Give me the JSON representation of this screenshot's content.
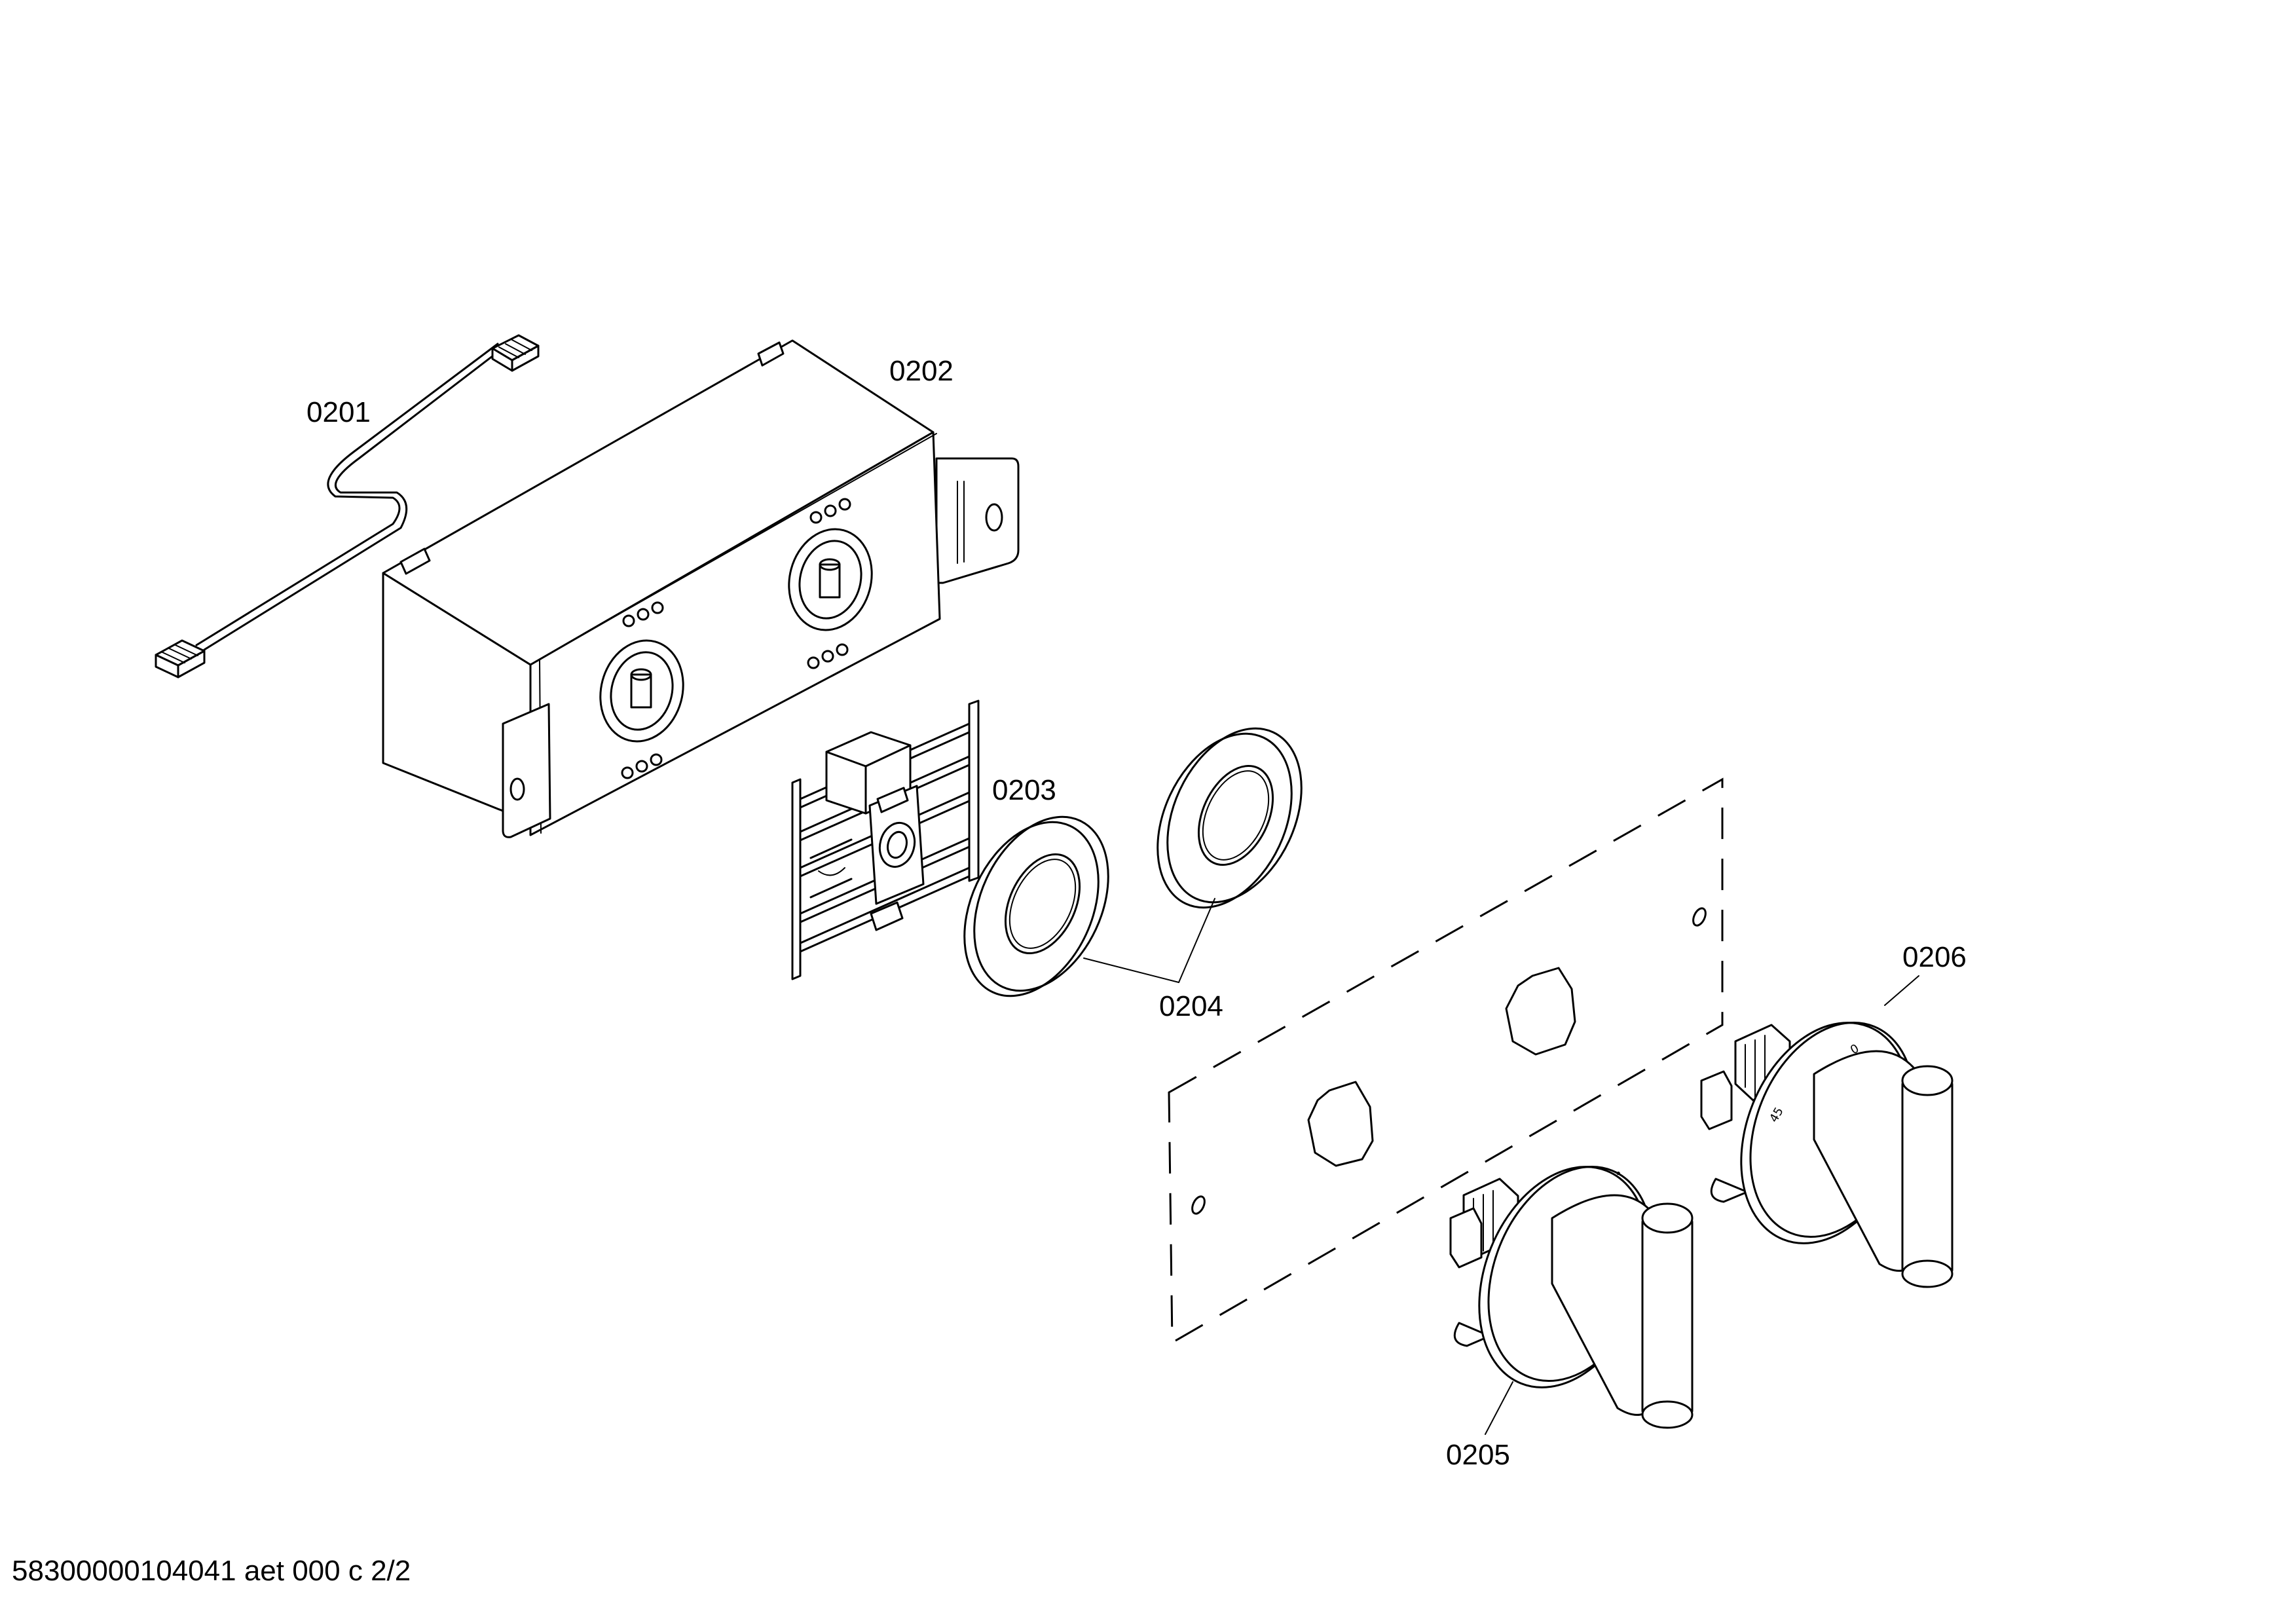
{
  "diagram": {
    "callouts": {
      "part_0201": "0201",
      "part_0202": "0202",
      "part_0203": "0203",
      "part_0204": "0204",
      "part_0205": "0205",
      "part_0206": "0206"
    },
    "footer": "58300000104041 aet 000 c 2/2",
    "knob_marks": {
      "zero": "0",
      "forty_five": "45"
    }
  }
}
